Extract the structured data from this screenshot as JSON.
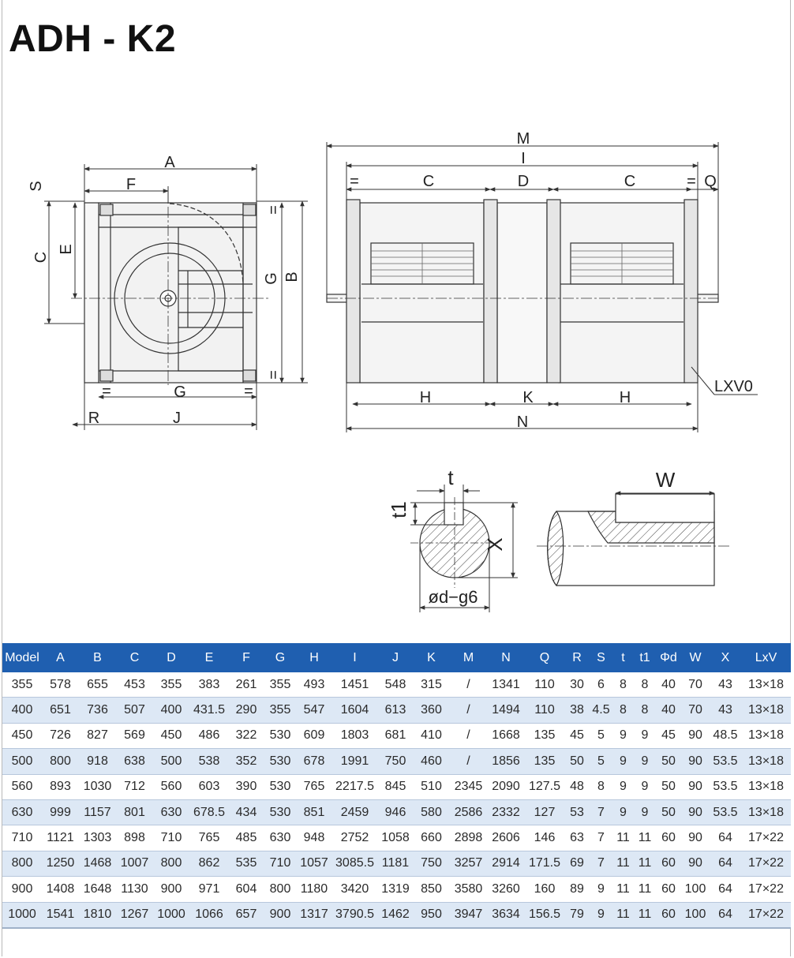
{
  "title": "ADH - K2",
  "drawing_labels": {
    "front": {
      "A": "A",
      "F": "F",
      "S": "S",
      "C": "C",
      "E": "E",
      "G": "G",
      "B": "B",
      "eq": "=",
      "eqv": "=",
      "R": "R",
      "J": "J"
    },
    "side": {
      "M": "M",
      "I": "I",
      "C": "C",
      "D": "D",
      "Q": "Q",
      "eq": "=",
      "H": "H",
      "K": "K",
      "N": "N",
      "LXV0": "LXV0"
    },
    "shaft": {
      "t": "t",
      "t1": "t1",
      "X": "X",
      "d": "ød−g6",
      "W": "W"
    }
  },
  "table": {
    "headers": [
      "Model",
      "A",
      "B",
      "C",
      "D",
      "E",
      "F",
      "G",
      "H",
      "I",
      "J",
      "K",
      "M",
      "N",
      "Q",
      "R",
      "S",
      "t",
      "t1",
      "Φd",
      "W",
      "X",
      "LxV"
    ],
    "rows": [
      [
        "355",
        "578",
        "655",
        "453",
        "355",
        "383",
        "261",
        "355",
        "493",
        "1451",
        "548",
        "315",
        "/",
        "1341",
        "110",
        "30",
        "6",
        "8",
        "8",
        "40",
        "70",
        "43",
        "13×18"
      ],
      [
        "400",
        "651",
        "736",
        "507",
        "400",
        "431.5",
        "290",
        "355",
        "547",
        "1604",
        "613",
        "360",
        "/",
        "1494",
        "110",
        "38",
        "4.5",
        "8",
        "8",
        "40",
        "70",
        "43",
        "13×18"
      ],
      [
        "450",
        "726",
        "827",
        "569",
        "450",
        "486",
        "322",
        "530",
        "609",
        "1803",
        "681",
        "410",
        "/",
        "1668",
        "135",
        "45",
        "5",
        "9",
        "9",
        "45",
        "90",
        "48.5",
        "13×18"
      ],
      [
        "500",
        "800",
        "918",
        "638",
        "500",
        "538",
        "352",
        "530",
        "678",
        "1991",
        "750",
        "460",
        "/",
        "1856",
        "135",
        "50",
        "5",
        "9",
        "9",
        "50",
        "90",
        "53.5",
        "13×18"
      ],
      [
        "560",
        "893",
        "1030",
        "712",
        "560",
        "603",
        "390",
        "530",
        "765",
        "2217.5",
        "845",
        "510",
        "2345",
        "2090",
        "127.5",
        "48",
        "8",
        "9",
        "9",
        "50",
        "90",
        "53.5",
        "13×18"
      ],
      [
        "630",
        "999",
        "1157",
        "801",
        "630",
        "678.5",
        "434",
        "530",
        "851",
        "2459",
        "946",
        "580",
        "2586",
        "2332",
        "127",
        "53",
        "7",
        "9",
        "9",
        "50",
        "90",
        "53.5",
        "13×18"
      ],
      [
        "710",
        "1121",
        "1303",
        "898",
        "710",
        "765",
        "485",
        "630",
        "948",
        "2752",
        "1058",
        "660",
        "2898",
        "2606",
        "146",
        "63",
        "7",
        "11",
        "11",
        "60",
        "90",
        "64",
        "17×22"
      ],
      [
        "800",
        "1250",
        "1468",
        "1007",
        "800",
        "862",
        "535",
        "710",
        "1057",
        "3085.5",
        "1181",
        "750",
        "3257",
        "2914",
        "171.5",
        "69",
        "7",
        "11",
        "11",
        "60",
        "90",
        "64",
        "17×22"
      ],
      [
        "900",
        "1408",
        "1648",
        "1130",
        "900",
        "971",
        "604",
        "800",
        "1180",
        "3420",
        "1319",
        "850",
        "3580",
        "3260",
        "160",
        "89",
        "9",
        "11",
        "11",
        "60",
        "100",
        "64",
        "17×22"
      ],
      [
        "1000",
        "1541",
        "1810",
        "1267",
        "1000",
        "1066",
        "657",
        "900",
        "1317",
        "3790.5",
        "1462",
        "950",
        "3947",
        "3634",
        "156.5",
        "79",
        "9",
        "11",
        "11",
        "60",
        "100",
        "64",
        "17×22"
      ]
    ]
  }
}
